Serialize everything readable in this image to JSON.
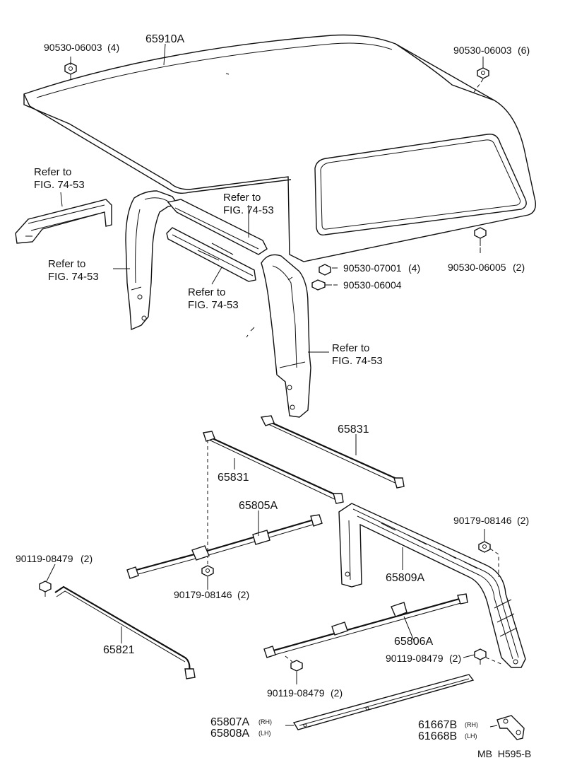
{
  "drawing_code": "MB  H595-B",
  "parts": {
    "top_shell": "65910A",
    "bolt_top_left": "90530-06003",
    "bolt_top_left_qty": "(4)",
    "bolt_top_right": "90530-06003",
    "bolt_top_right_qty": "(6)",
    "bolt_right_mid": "90530-06005",
    "bolt_right_mid_qty": "(2)",
    "bolt_center_a": "90530-07001",
    "bolt_center_a_qty": "(4)",
    "bolt_center_b": "90530-06004",
    "bow_upper": "65831",
    "bow_lower": "65831",
    "bar_center": "65805A",
    "nut_center": "90179-08146",
    "nut_center_qty": "(2)",
    "nut_right": "90179-08146",
    "nut_right_qty": "(2)",
    "bolt_left": "90119-08479",
    "bolt_left_qty": "(2)",
    "rod_left": "65821",
    "frame_rear": "65809A",
    "bar_lower": "65806A",
    "bolt_lower_right": "90119-08479",
    "bolt_lower_right_qty": "(2)",
    "bolt_bottom": "90119-08479",
    "bolt_bottom_qty": "(2)",
    "rail_rh": "65807A",
    "rail_rh_side": "(RH)",
    "rail_lh": "65808A",
    "rail_lh_side": "(LH)",
    "bracket_rh": "61667B",
    "bracket_rh_side": "(RH)",
    "bracket_lh": "61668B",
    "bracket_lh_side": "(LH)"
  },
  "refs": {
    "ref1_line1": "Refer to",
    "ref1_line2": "FIG. 74-53",
    "ref2_line1": "Refer to",
    "ref2_line2": "FIG. 74-53",
    "ref3_line1": "Refer to",
    "ref3_line2": "FIG. 74-53",
    "ref4_line1": "Refer to",
    "ref4_line2": "FIG. 74-53",
    "ref5_line1": "Refer to",
    "ref5_line2": "FIG. 74-53"
  }
}
